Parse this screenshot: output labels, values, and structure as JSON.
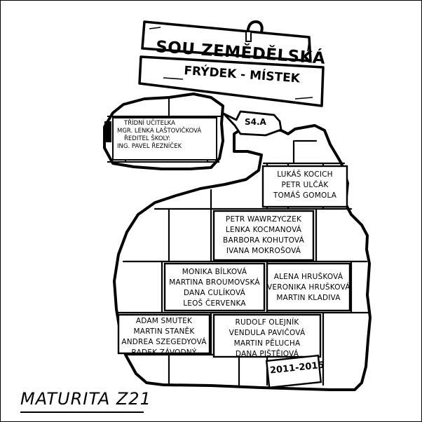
{
  "sign": {
    "line1": "SOU ZEMĚDĚLSKÁ",
    "line2": "FRÝDEK - MÍSTEK"
  },
  "class_tag": "S4.A",
  "staff": {
    "teacher_title": "TŘÍDNÍ UČITELKA",
    "teacher_name": "MGR. LENKA LAŠTOVIČKOVÁ",
    "director_title": "ŘEDITEL ŠKOLY:",
    "director_name": "ING. PAVEL ŘEZNÍČEK"
  },
  "groups": [
    {
      "id": "g1",
      "names": [
        "LUKÁŠ KOCICH",
        "PETR ULČÁK",
        "TOMÁŠ GOMOLA"
      ]
    },
    {
      "id": "g2",
      "names": [
        "PETR WAWRZYCZEK",
        "LENKA KOCMANOVÁ",
        "BARBORA KOHUTOVÁ",
        "IVANA MOKROŠOVÁ"
      ]
    },
    {
      "id": "g3",
      "names": [
        "MONIKA BÍLKOVÁ",
        "MARTINA BROUMOVSKÁ",
        "DANA CULÍKOVÁ",
        "LEOŠ ČERVENKA"
      ]
    },
    {
      "id": "g4",
      "names": [
        "ALENA HRUŠKOVÁ",
        "VERONIKA HRUŠKOVÁ",
        "MARTIN KLADIVA"
      ]
    },
    {
      "id": "g5",
      "names": [
        "ADAM SMUTEK",
        "MARTIN STANĚK",
        "ANDREA SZEGEDYOVÁ",
        "RADEK ZÁVODNÝ"
      ]
    },
    {
      "id": "g6",
      "names": [
        "RUDOLF OLEJNÍK",
        "VENDULA PAVIČOVÁ",
        "MARTIN PĚLUCHA",
        "DANA PIŠTĚJOVÁ"
      ]
    }
  ],
  "years": "2011-2015",
  "caption": "MATURITA Z21"
}
